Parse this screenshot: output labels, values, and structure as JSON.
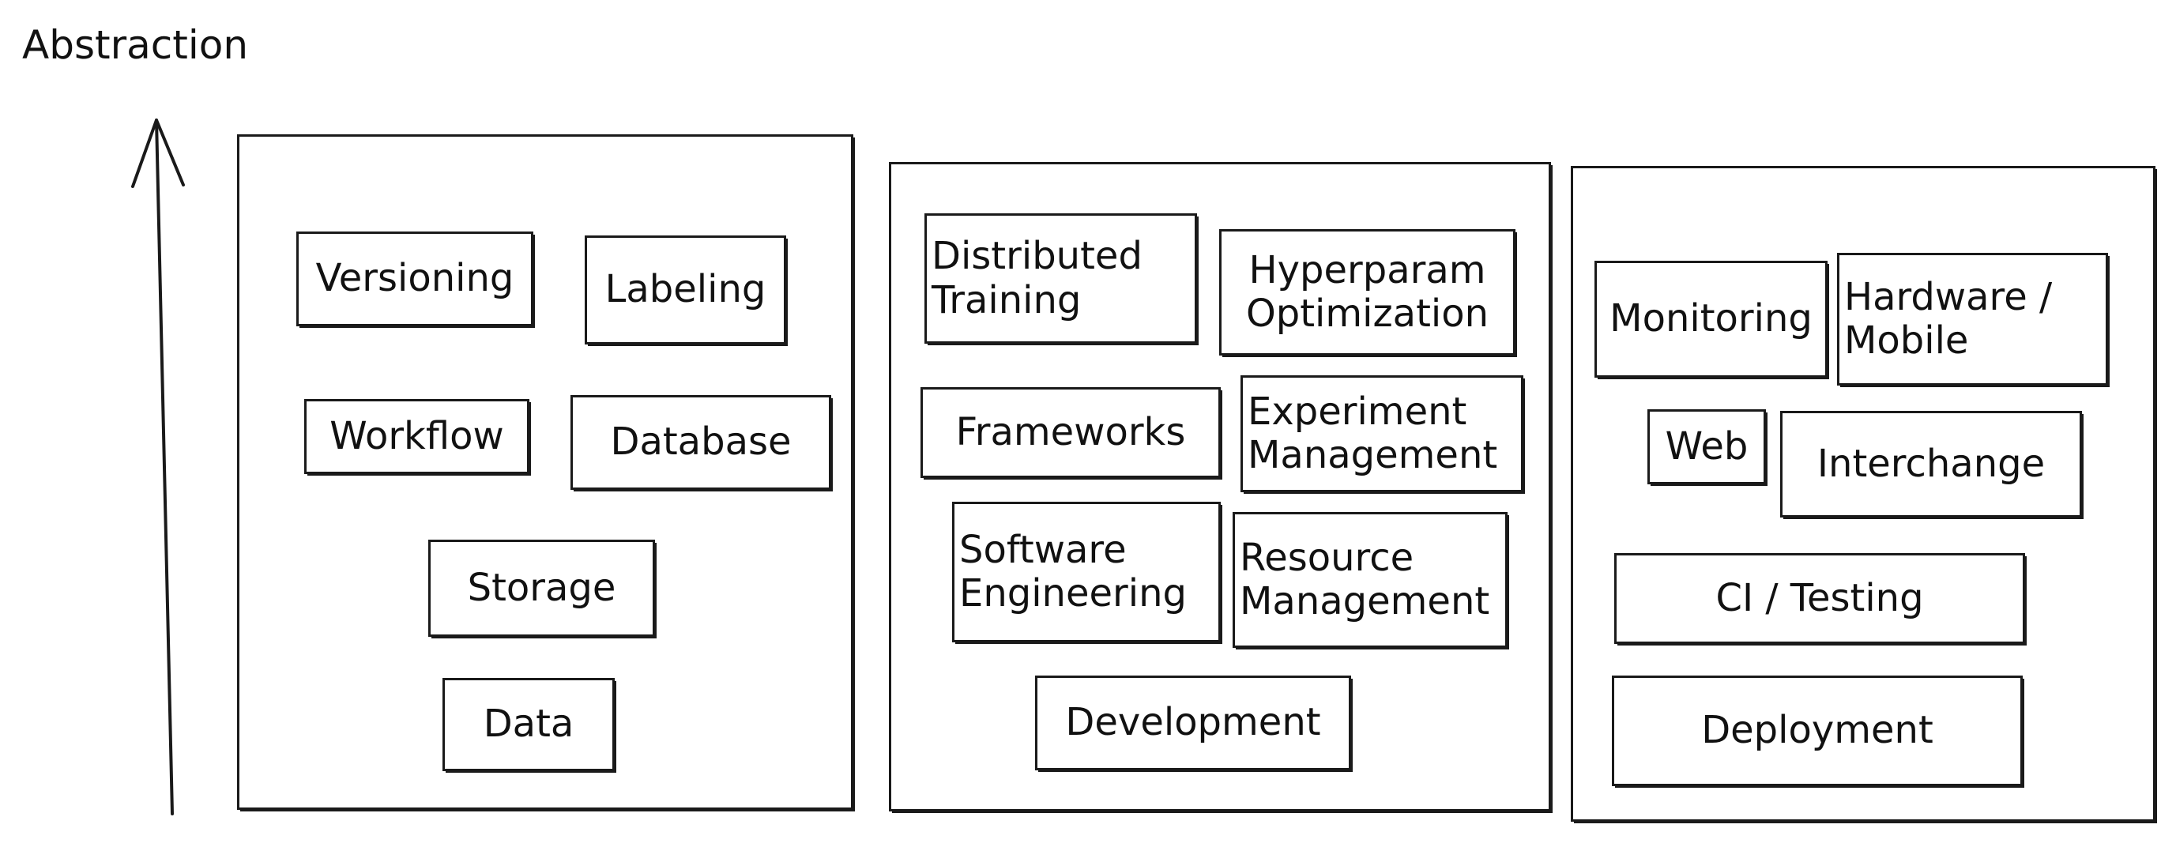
{
  "axis": {
    "label": "Abstraction"
  },
  "panels": [
    {
      "boxes": {
        "versioning": "Versioning",
        "labeling": "Labeling",
        "workflow": "Workflow",
        "database": "Database",
        "storage": "Storage",
        "data": "Data"
      }
    },
    {
      "boxes": {
        "distributed_training": "Distributed Training",
        "hyperparam_optimization": "Hyperparam Optimization",
        "frameworks": "Frameworks",
        "experiment_management": "Experiment Management",
        "software_engineering": "Software Engineering",
        "resource_management": "Resource Management",
        "development": "Development"
      }
    },
    {
      "boxes": {
        "monitoring": "Monitoring",
        "hardware_mobile": "Hardware / Mobile",
        "web": "Web",
        "interchange": "Interchange",
        "ci_testing": "CI / Testing",
        "deployment": "Deployment"
      }
    }
  ]
}
